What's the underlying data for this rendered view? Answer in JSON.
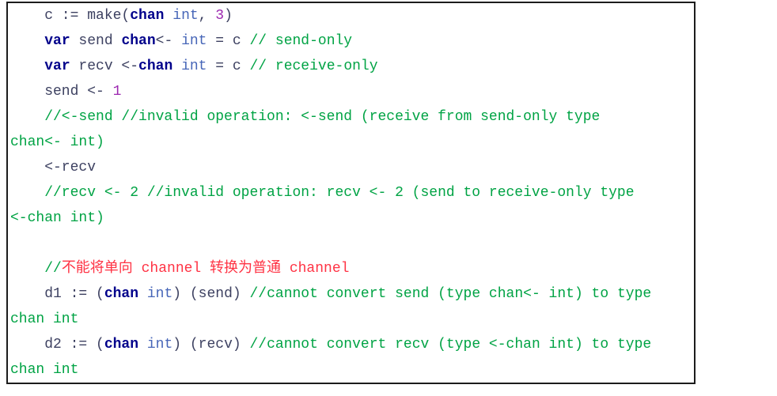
{
  "code_block": {
    "colors": {
      "plain": "#3d4161",
      "keyword": "#00008b",
      "type": "#4766b8",
      "number": "#9c27b0",
      "comment": "#00a344",
      "chinese_comment": "#ff3344",
      "border": "#1c1c1c",
      "background": "#ffffff"
    },
    "lines": [
      {
        "tokens": [
          {
            "kind": "p",
            "text": "    c := make("
          },
          {
            "kind": "k",
            "text": "chan"
          },
          {
            "kind": "p",
            "text": " "
          },
          {
            "kind": "t",
            "text": "int"
          },
          {
            "kind": "p",
            "text": ", "
          },
          {
            "kind": "n",
            "text": "3"
          },
          {
            "kind": "p",
            "text": ")"
          }
        ]
      },
      {
        "tokens": [
          {
            "kind": "p",
            "text": "    "
          },
          {
            "kind": "k",
            "text": "var"
          },
          {
            "kind": "p",
            "text": " send "
          },
          {
            "kind": "k",
            "text": "chan"
          },
          {
            "kind": "p",
            "text": "<- "
          },
          {
            "kind": "t",
            "text": "int"
          },
          {
            "kind": "p",
            "text": " = c "
          },
          {
            "kind": "c",
            "text": "// send-only"
          }
        ]
      },
      {
        "tokens": [
          {
            "kind": "p",
            "text": "    "
          },
          {
            "kind": "k",
            "text": "var"
          },
          {
            "kind": "p",
            "text": " recv <-"
          },
          {
            "kind": "k",
            "text": "chan"
          },
          {
            "kind": "p",
            "text": " "
          },
          {
            "kind": "t",
            "text": "int"
          },
          {
            "kind": "p",
            "text": " = c "
          },
          {
            "kind": "c",
            "text": "// receive-only"
          }
        ]
      },
      {
        "tokens": [
          {
            "kind": "p",
            "text": "    send <- "
          },
          {
            "kind": "n",
            "text": "1"
          }
        ]
      },
      {
        "tokens": [
          {
            "kind": "c",
            "text": "    //<-send //invalid operation: <-send (receive from send-only type"
          }
        ]
      },
      {
        "tokens": [
          {
            "kind": "c",
            "text": "chan<- int)"
          }
        ]
      },
      {
        "tokens": [
          {
            "kind": "p",
            "text": "    <-recv"
          }
        ]
      },
      {
        "tokens": [
          {
            "kind": "c",
            "text": "    //recv <- 2 //invalid operation: recv <- 2 (send to receive-only type"
          }
        ]
      },
      {
        "tokens": [
          {
            "kind": "c",
            "text": "<-chan int)"
          }
        ]
      },
      {
        "tokens": []
      },
      {
        "tokens": [
          {
            "kind": "c",
            "text": "    //"
          },
          {
            "kind": "r",
            "text": "不能将单向 channel 转换为普通 channel"
          }
        ]
      },
      {
        "tokens": [
          {
            "kind": "p",
            "text": "    d1 := ("
          },
          {
            "kind": "k",
            "text": "chan"
          },
          {
            "kind": "p",
            "text": " "
          },
          {
            "kind": "t",
            "text": "int"
          },
          {
            "kind": "p",
            "text": ") (send) "
          },
          {
            "kind": "c",
            "text": "//cannot convert send (type chan<- int) to type"
          }
        ]
      },
      {
        "tokens": [
          {
            "kind": "c",
            "text": "chan int"
          }
        ]
      },
      {
        "tokens": [
          {
            "kind": "p",
            "text": "    d2 := ("
          },
          {
            "kind": "k",
            "text": "chan"
          },
          {
            "kind": "p",
            "text": " "
          },
          {
            "kind": "t",
            "text": "int"
          },
          {
            "kind": "p",
            "text": ") (recv) "
          },
          {
            "kind": "c",
            "text": "//cannot convert recv (type <-chan int) to type"
          }
        ]
      },
      {
        "tokens": [
          {
            "kind": "c",
            "text": "chan int"
          }
        ]
      }
    ]
  }
}
